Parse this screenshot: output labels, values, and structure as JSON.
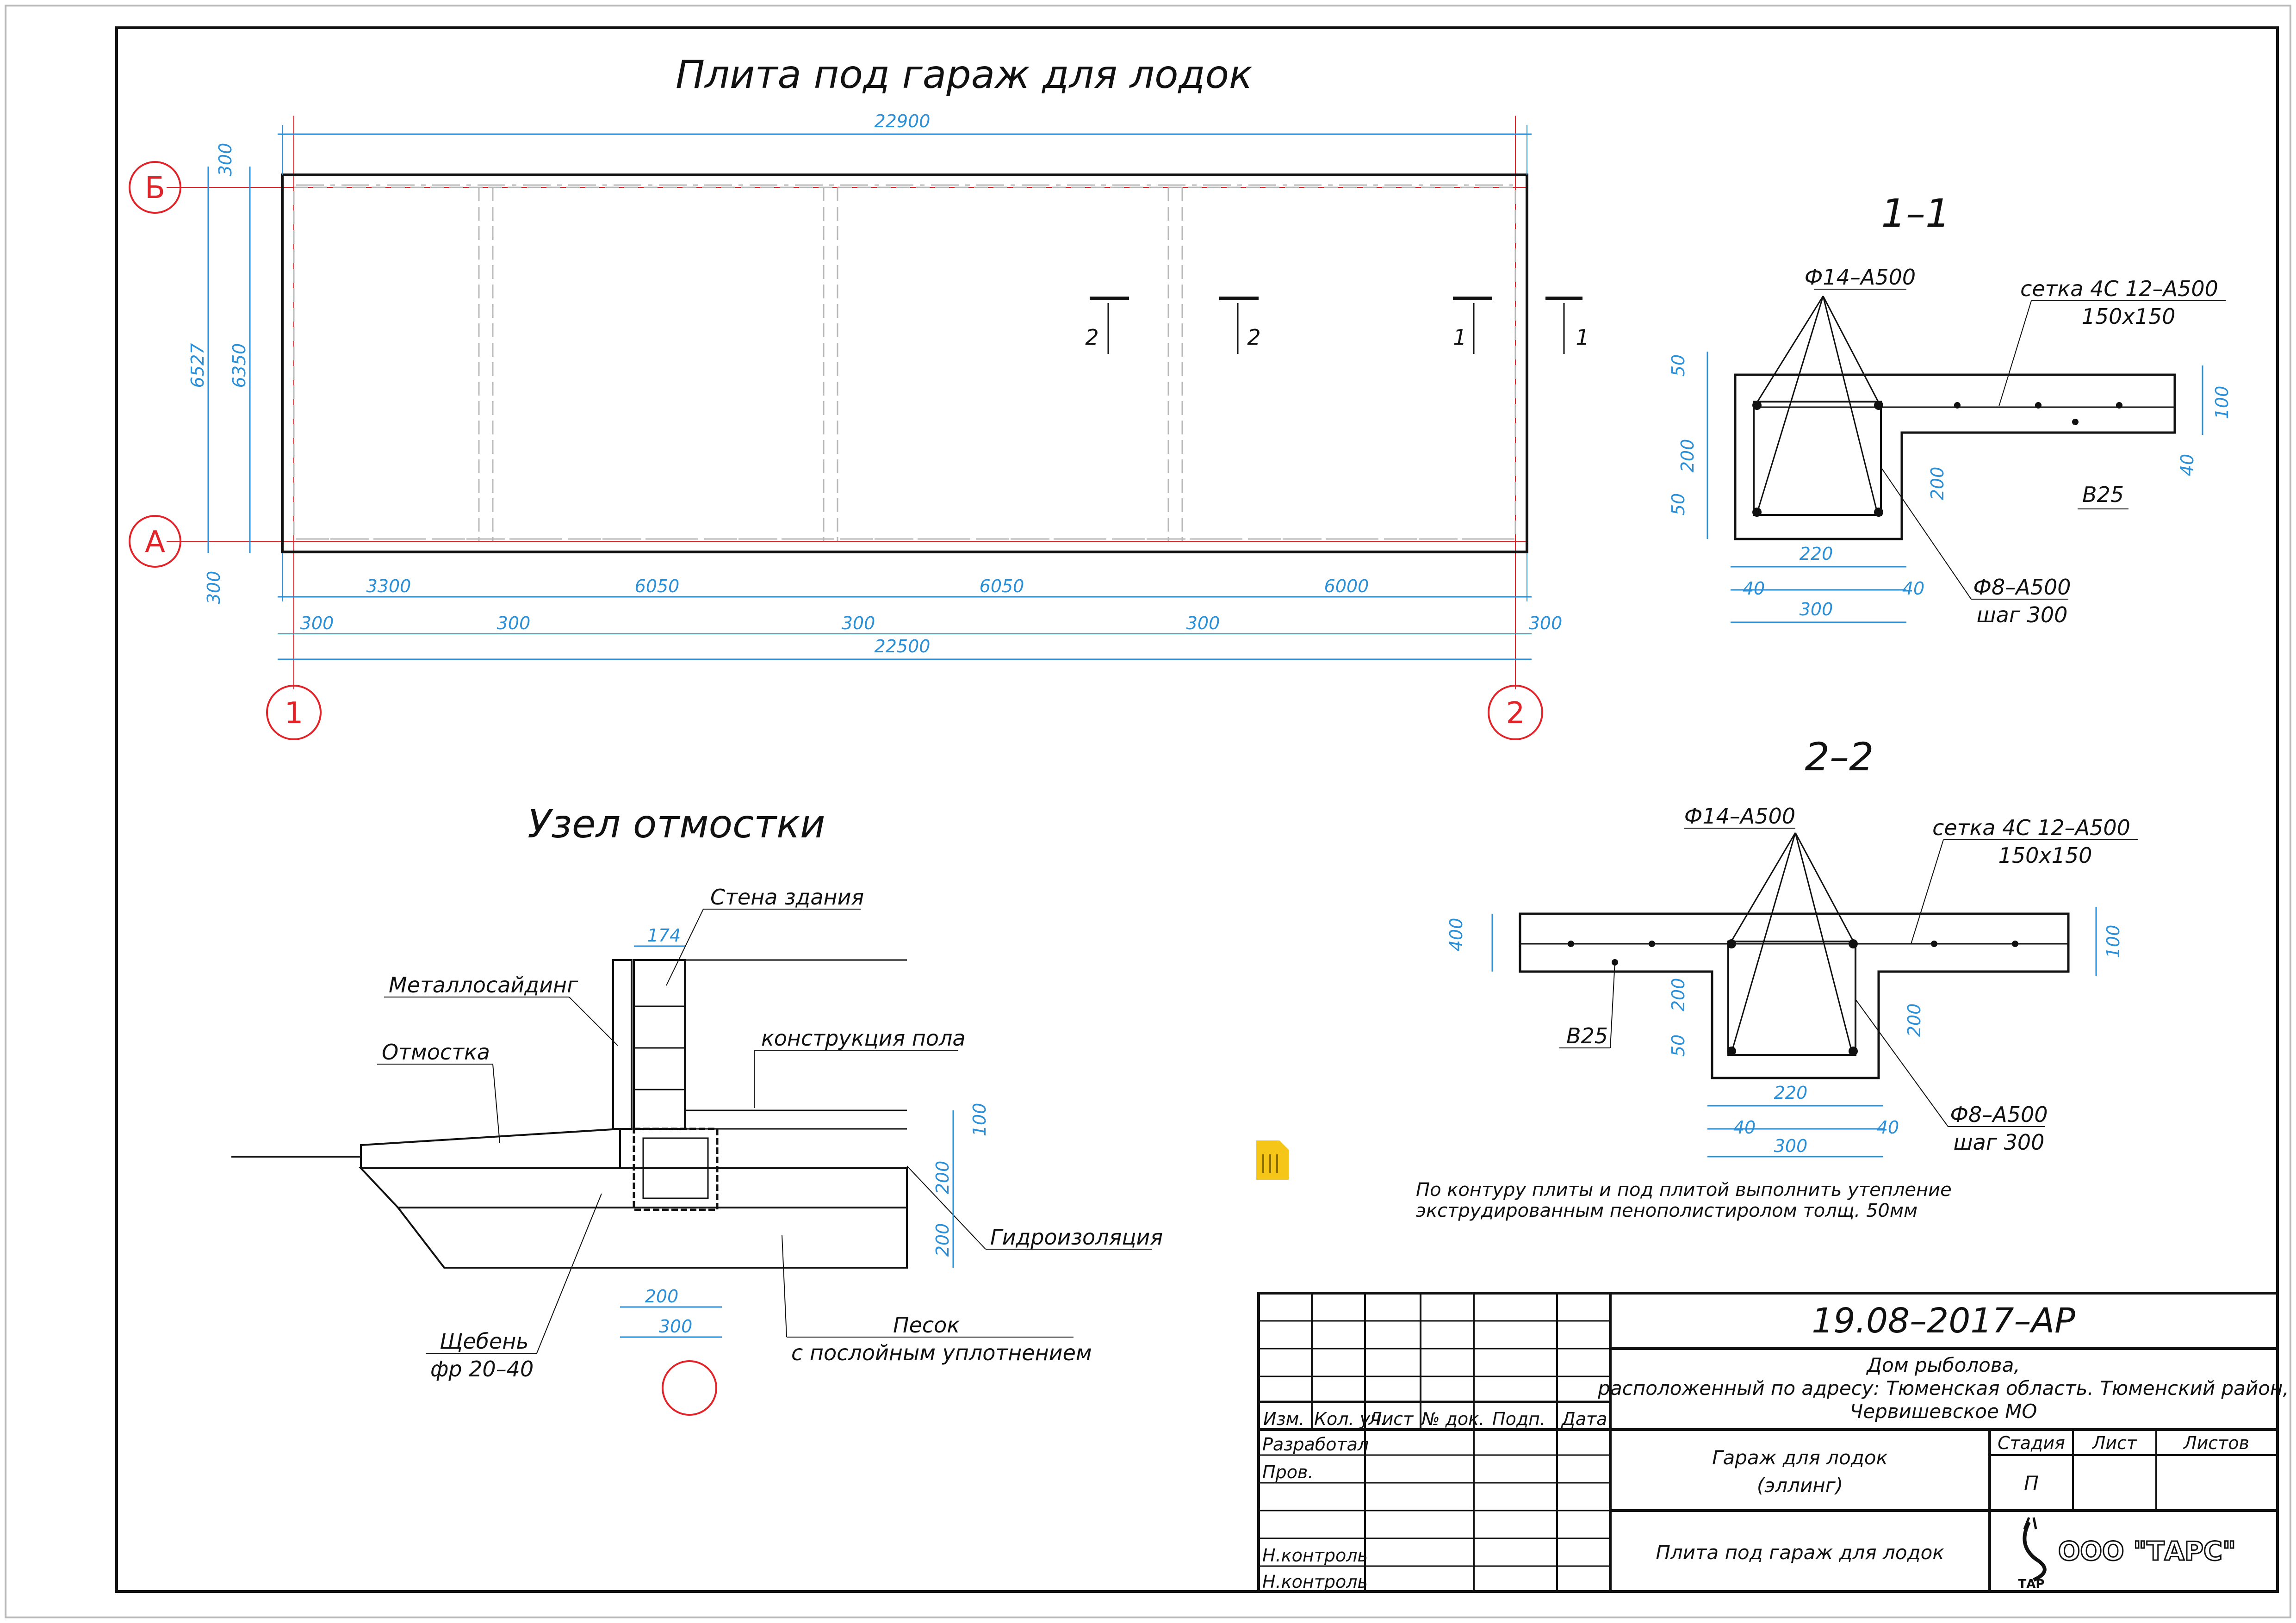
{
  "plan": {
    "title": "Плита под гараж для лодок",
    "axes": {
      "top": "Б",
      "bottom": "А",
      "left": "1",
      "right": "2"
    },
    "dims": {
      "top_total": "22900",
      "left_outer": "6527",
      "left_inner": "6350",
      "edge_top": "300",
      "edge_bottom": "300",
      "spans": [
        "3300",
        "6050",
        "6050",
        "6000"
      ],
      "ribs": [
        "300",
        "300",
        "300",
        "300",
        "300"
      ],
      "bottom_total": "22500"
    },
    "section_marks": [
      "2",
      "2",
      "1",
      "1"
    ]
  },
  "section1": {
    "title": "1–1",
    "rebar_main": "Ф14–А500",
    "mesh": "сетка 4С 12–А500",
    "mesh_size": "150х150",
    "concrete": "В25",
    "stirrup": "Ф8–А500",
    "stirrup_step": "шаг 300",
    "dims": {
      "top": "50",
      "mid": "200",
      "bot": "50",
      "rib_h": "200",
      "slab": "100",
      "cover": "40",
      "inner_w": "220",
      "side_l": "40",
      "side_r": "40",
      "outer_w": "300"
    }
  },
  "section2": {
    "title": "2–2",
    "rebar_main": "Ф14–А500",
    "mesh": "сетка 4С 12–А500",
    "mesh_size": "150х150",
    "concrete": "В25",
    "stirrup": "Ф8–А500",
    "stirrup_step": "шаг 300",
    "dims": {
      "top": "400",
      "mid": "200",
      "bot": "50",
      "rib_h": "200",
      "slab": "100",
      "inner_w": "220",
      "side_l": "40",
      "side_r": "40",
      "outer_w": "300"
    }
  },
  "note_lines": [
    "По контуру плиты и под плитой выполнить утепление",
    "экструдированным пенополистиролом толщ. 50мм"
  ],
  "detail": {
    "title": "Узел отмостки",
    "wall": "Стена здания",
    "siding": "Металлосайдинг",
    "blind_area": "Отмостка",
    "floor": "конструкция пола",
    "waterproofing": "Гидроизоляция",
    "gravel": "Щебень",
    "gravel_frac": "фр 20–40",
    "sand": "Песок",
    "sand_note": "с послойным уплотнением",
    "dims": {
      "wall_t": "174",
      "slab": "100",
      "layer1": "200",
      "layer2": "200",
      "w1": "200",
      "w2": "300"
    }
  },
  "title_block": {
    "code": "19.08–2017–АР",
    "project_lines": [
      "Дом рыболова,",
      "расположенный по адресу: Тюменская область. Тюменский район,",
      "Червишевское МО"
    ],
    "headers": [
      "Изм.",
      "Кол. уч.",
      "Лист",
      "№ док.",
      "Подп.",
      "Дата"
    ],
    "roles": [
      "Разработал",
      "Пров.",
      "Н.контроль",
      "Н.контроль"
    ],
    "building": [
      "Гараж для лодок",
      "(эллинг)"
    ],
    "stage_header": "Стадия",
    "sheet_header": "Лист",
    "sheets_header": "Листов",
    "stage_value": "П",
    "sheet_title": "Плита под гараж для лодок",
    "company": "ООО \"ТАРС\"",
    "logo_text": "ТАР"
  },
  "colors": {
    "line": "#111111",
    "dimension": "#2a8fd6",
    "axis": "#e0242a"
  }
}
